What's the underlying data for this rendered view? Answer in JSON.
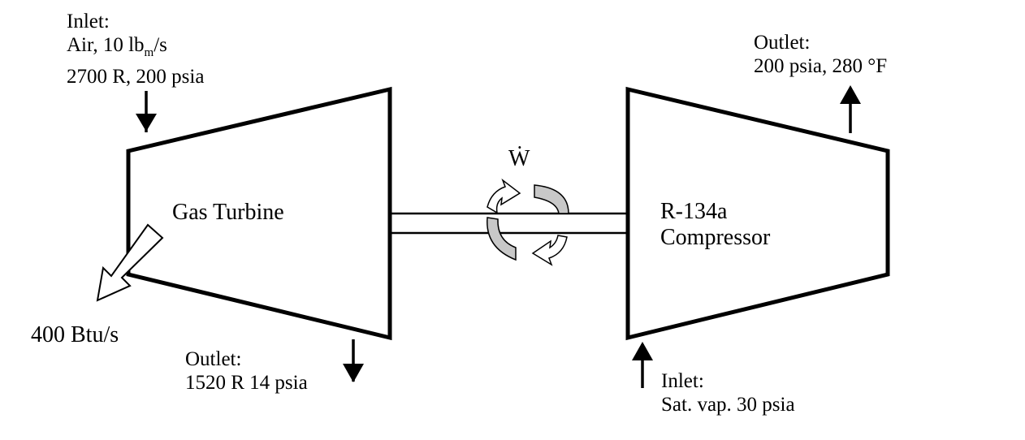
{
  "colors": {
    "stroke": "#000000",
    "work_arrow_fill": "#c8c8c8",
    "background": "#ffffff"
  },
  "turbine": {
    "name": "Gas Turbine",
    "inlet": {
      "title": "Inlet:",
      "line1_prefix": "Air, 10 lb",
      "line1_sub": "m",
      "line1_suffix": "/s",
      "line2": "2700 R, 200 psia"
    },
    "outlet": {
      "title": "Outlet:",
      "line1": "1520 R 14 psia"
    },
    "heat_loss": "400 Btu/s"
  },
  "compressor": {
    "name_line1": "R-134a",
    "name_line2": "Compressor",
    "inlet": {
      "title": "Inlet:",
      "line1": "Sat. vap. 30 psia"
    },
    "outlet": {
      "title": "Outlet:",
      "line1": "200 psia, 280 °F"
    }
  },
  "shaft": {
    "work_symbol": "Ẇ"
  }
}
